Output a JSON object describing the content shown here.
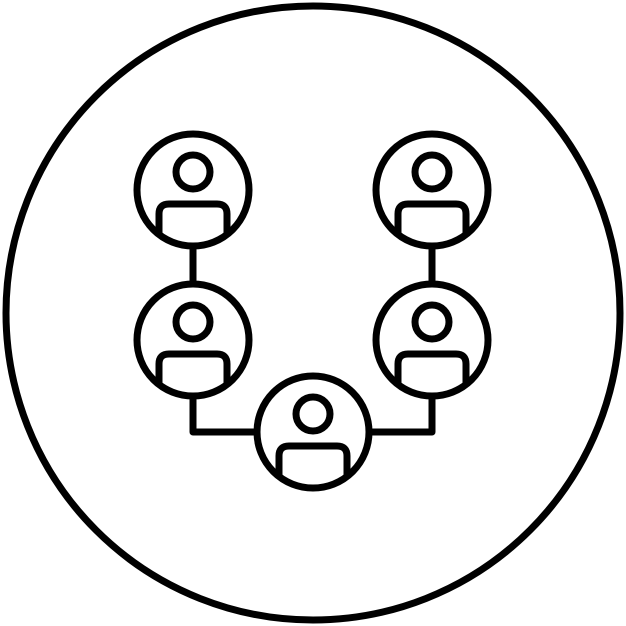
{
  "icon": {
    "name": "team-network-icon",
    "stroke_color": "#000000",
    "background_color": "#ffffff"
  },
  "nodes": [
    {
      "id": "top-left",
      "icon": "person-icon"
    },
    {
      "id": "top-right",
      "icon": "person-icon"
    },
    {
      "id": "middle-left",
      "icon": "person-icon"
    },
    {
      "id": "middle-right",
      "icon": "person-icon"
    },
    {
      "id": "bottom-center",
      "icon": "person-icon"
    }
  ],
  "connections": [
    {
      "from": "top-left",
      "to": "middle-left"
    },
    {
      "from": "top-right",
      "to": "middle-right"
    },
    {
      "from": "middle-left",
      "to": "bottom-center"
    },
    {
      "from": "middle-right",
      "to": "bottom-center"
    }
  ]
}
